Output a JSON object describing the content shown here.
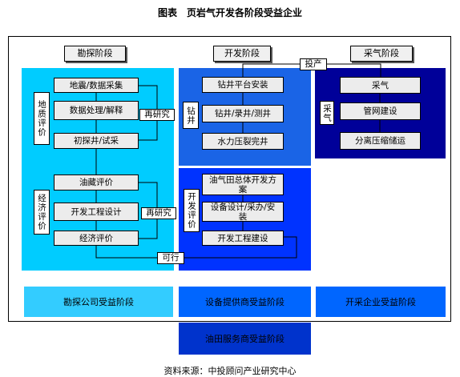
{
  "title": "图表　页岩气开发各阶段受益企业",
  "source": "资料来源：中投顾问产业研究中心",
  "colors": {
    "explore_panel": "#00ccff",
    "develop_panel": "#1a64e6",
    "develop_panel_lower": "#0033ff",
    "produce_panel": "#000099",
    "band_cyan": "#33ccff",
    "band_blue": "#0066ff",
    "band_dark": "#0033cc"
  },
  "headers": {
    "explore": "勘探阶段",
    "develop": "开发阶段",
    "produce": "采气阶段"
  },
  "explore": {
    "geology_label": "地质评价",
    "geology_steps": [
      "地震/数据采集",
      "数据处理/解释",
      "初探井/试采"
    ],
    "economic_label": "经济评价",
    "economic_steps": [
      "油藏评价",
      "开发工程设计",
      "经济评价"
    ],
    "loop1": "再研究",
    "loop2": "再研究"
  },
  "develop": {
    "drill_label": "钻井",
    "drill_steps": [
      "钻井平台安装",
      "钻井/录井/测井",
      "水力压裂完井"
    ],
    "dev_label": "开发评价",
    "dev_steps": [
      "油气田总体开发方案",
      "设备设计/采办/安装",
      "开发工程建设"
    ]
  },
  "produce": {
    "label": "采气",
    "steps": [
      "采气",
      "管网建设",
      "分离压缩储运"
    ]
  },
  "arrows": {
    "to_production": "投产",
    "feasible": "可行"
  },
  "beneficiaries": {
    "explore": "勘探公司受益阶段",
    "equipment": "设备提供商受益阶段",
    "producer": "开采企业受益阶段",
    "service": "油田服务商受益阶段"
  }
}
